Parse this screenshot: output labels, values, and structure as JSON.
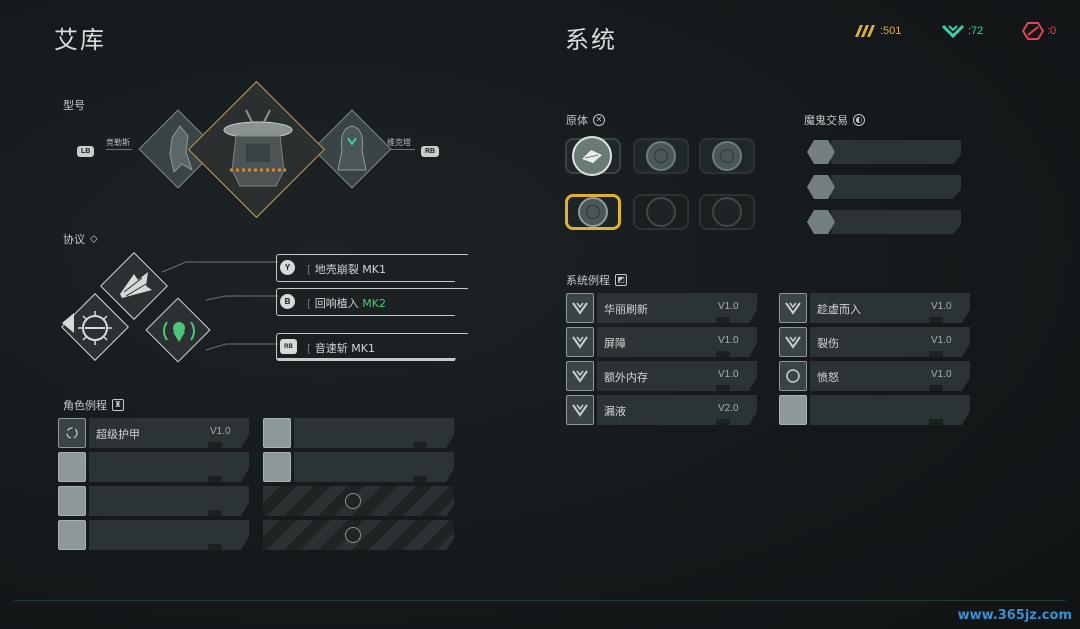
{
  "header": {
    "left_title": "艾库",
    "right_title": "系统"
  },
  "currencies": [
    {
      "name": "gold-resource",
      "value": ":501",
      "color": "#e0b232"
    },
    {
      "name": "green-resource",
      "value": ":72",
      "color": "#3fd0a6"
    },
    {
      "name": "red-resource",
      "value": ":0",
      "color": "#e2445a"
    }
  ],
  "model": {
    "label": "型号",
    "left_button": "LB",
    "left_name": "竞勒斯",
    "right_button": "RB",
    "right_name": "维克塔"
  },
  "protocol": {
    "label": "协议",
    "items": [
      {
        "button": "Y",
        "name": "地壳崩裂 MK1",
        "mk2": ""
      },
      {
        "button": "B",
        "name": "回响植入 ",
        "mk2": "MK2"
      },
      {
        "button": "RB",
        "name": "音速斩 MK1",
        "mk2": ""
      }
    ]
  },
  "role_routines": {
    "label": "角色例程",
    "items": [
      {
        "name": "超级护甲",
        "version": "V1.0"
      }
    ]
  },
  "primordial": {
    "label": "原体"
  },
  "demon_deal": {
    "label": "魔鬼交易"
  },
  "system_routines": {
    "label": "系统例程",
    "left": [
      {
        "name": "华丽刷新",
        "version": "V1.0"
      },
      {
        "name": "屏障",
        "version": "V1.0"
      },
      {
        "name": "额外内存",
        "version": "V1.0"
      },
      {
        "name": "漏液",
        "version": "V2.0"
      }
    ],
    "right": [
      {
        "name": "趁虚而入",
        "version": "V1.0"
      },
      {
        "name": "裂伤",
        "version": "V1.0"
      },
      {
        "name": "愤怒",
        "version": "V1.0"
      }
    ]
  },
  "watermark": "www.365jz.com"
}
